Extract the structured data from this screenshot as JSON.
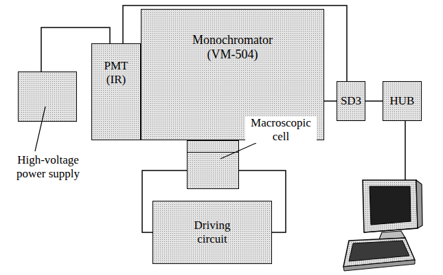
{
  "diagram": {
    "nodes": [
      {
        "text": [
          "Monochromator (VM-504)"
        ]
      },
      {
        "text": [
          "PMT (IR)"
        ]
      },
      {
        "text": [
          "SD3"
        ]
      },
      {
        "text": [
          "HUB"
        ]
      },
      {
        "text": [
          "High-voltage power supply"
        ]
      },
      {
        "text": [
          "Macroscopic cell"
        ]
      },
      {
        "text": [
          "Driving circuit"
        ]
      }
    ],
    "edges": [
      {
        "from": 4,
        "to": 1,
        "arrow": "none"
      },
      {
        "from": 1,
        "to": 2,
        "arrow": "none"
      },
      {
        "from": 0,
        "to": 2,
        "arrow": "none"
      },
      {
        "from": 2,
        "to": 3,
        "arrow": "none"
      },
      {
        "from": 5,
        "to": 6,
        "arrow": "none"
      },
      {
        "from": 5,
        "to": 6,
        "arrow": "none"
      }
    ]
  }
}
